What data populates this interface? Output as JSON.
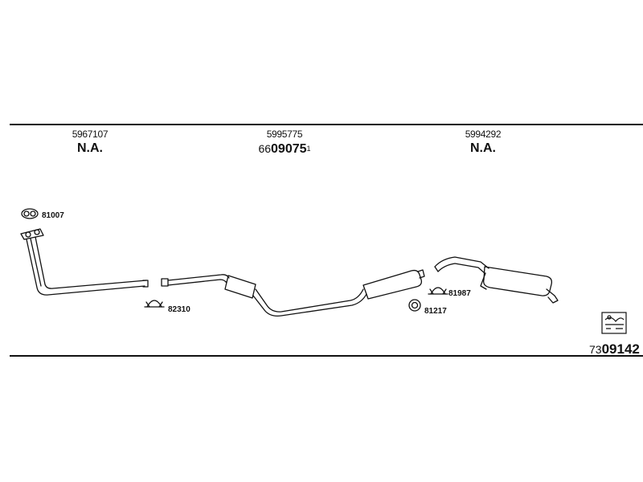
{
  "parts": {
    "left": {
      "number": "5967107",
      "code": "N.A."
    },
    "middle": {
      "number": "5995775",
      "code_prefix": "66",
      "code_main": "09075",
      "code_suffix": "1"
    },
    "right": {
      "number": "5994292",
      "code": "N.A."
    }
  },
  "callouts": {
    "gasket": "81007",
    "clamp_front": "82310",
    "ring": "81217",
    "clamp_rear": "81987"
  },
  "kit": {
    "prefix": "73",
    "number": "09142"
  },
  "icons": {
    "manual": "book-icon"
  },
  "colors": {
    "line": "#111111",
    "background": "#ffffff"
  }
}
